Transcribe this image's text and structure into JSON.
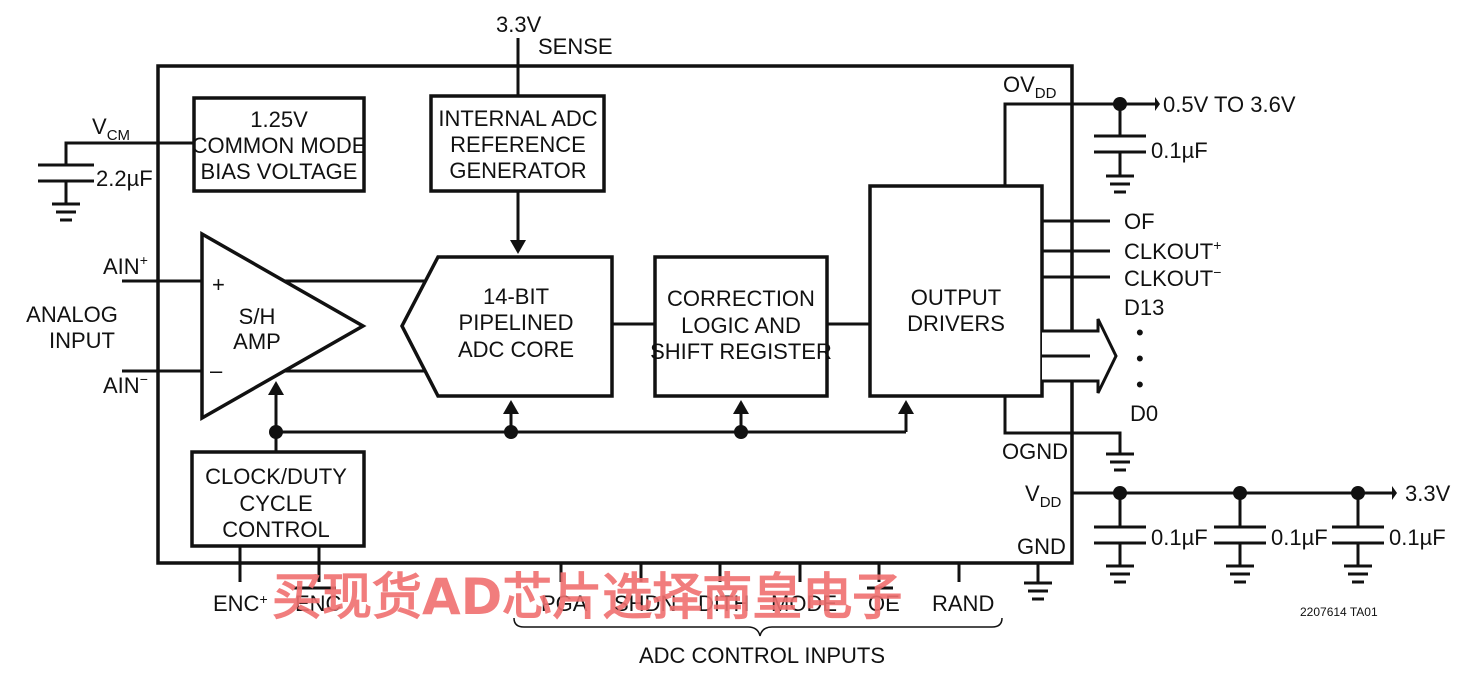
{
  "top": {
    "supply": "3.3V",
    "sense": "SENSE"
  },
  "vcm": {
    "v": "V",
    "sub": "CM",
    "cap": "2.2µF"
  },
  "bias_box": [
    "1.25V",
    "COMMON MODE",
    "BIAS VOLTAGE"
  ],
  "ref_box": [
    "INTERNAL ADC",
    "REFERENCE",
    "GENERATOR"
  ],
  "analog_input": [
    "ANALOG",
    "INPUT"
  ],
  "ain_plus": {
    "base": "AIN",
    "sup": "+"
  },
  "ain_minus": {
    "base": "AIN",
    "sup": "−"
  },
  "amp": {
    "line1": "S/H",
    "line2": "AMP",
    "plus": "+",
    "minus": "–"
  },
  "adc_core": [
    "14-BIT",
    "PIPELINED",
    "ADC CORE"
  ],
  "correction": [
    "CORRECTION",
    "LOGIC AND",
    "SHIFT REGISTER"
  ],
  "output_drivers": [
    "OUTPUT",
    "DRIVERS"
  ],
  "clock_box": [
    "CLOCK/DUTY",
    "CYCLE",
    "CONTROL"
  ],
  "ovdd": {
    "base": "OV",
    "sub": "DD",
    "range": "0.5V TO 3.6V",
    "cap": "0.1µF"
  },
  "outputs": {
    "of": "OF",
    "clkout_plus": {
      "base": "CLKOUT",
      "sup": "+"
    },
    "clkout_minus": {
      "base": "CLKOUT",
      "sup": "−"
    },
    "d13": "D13",
    "d0": "D0",
    "dots": [
      "•",
      "•",
      "•"
    ]
  },
  "ognd": "OGND",
  "vdd": {
    "base": "V",
    "sub": "DD",
    "supply": "3.3V",
    "caps": [
      "0.1µF",
      "0.1µF",
      "0.1µF"
    ]
  },
  "gnd": "GND",
  "bottom_pins": {
    "enc_plus": {
      "base": "ENC",
      "sup": "+"
    },
    "enc_minus": "ENC",
    "pga": "PGA",
    "shdn": "SHDN",
    "dith": "DITH",
    "mode": "MODE",
    "oe": "OE",
    "rand": "RAND"
  },
  "control_inputs": "ADC CONTROL INPUTS",
  "figure_code": "2207614 TA01",
  "watermark": "买现货AD芯片选择南皇电子"
}
